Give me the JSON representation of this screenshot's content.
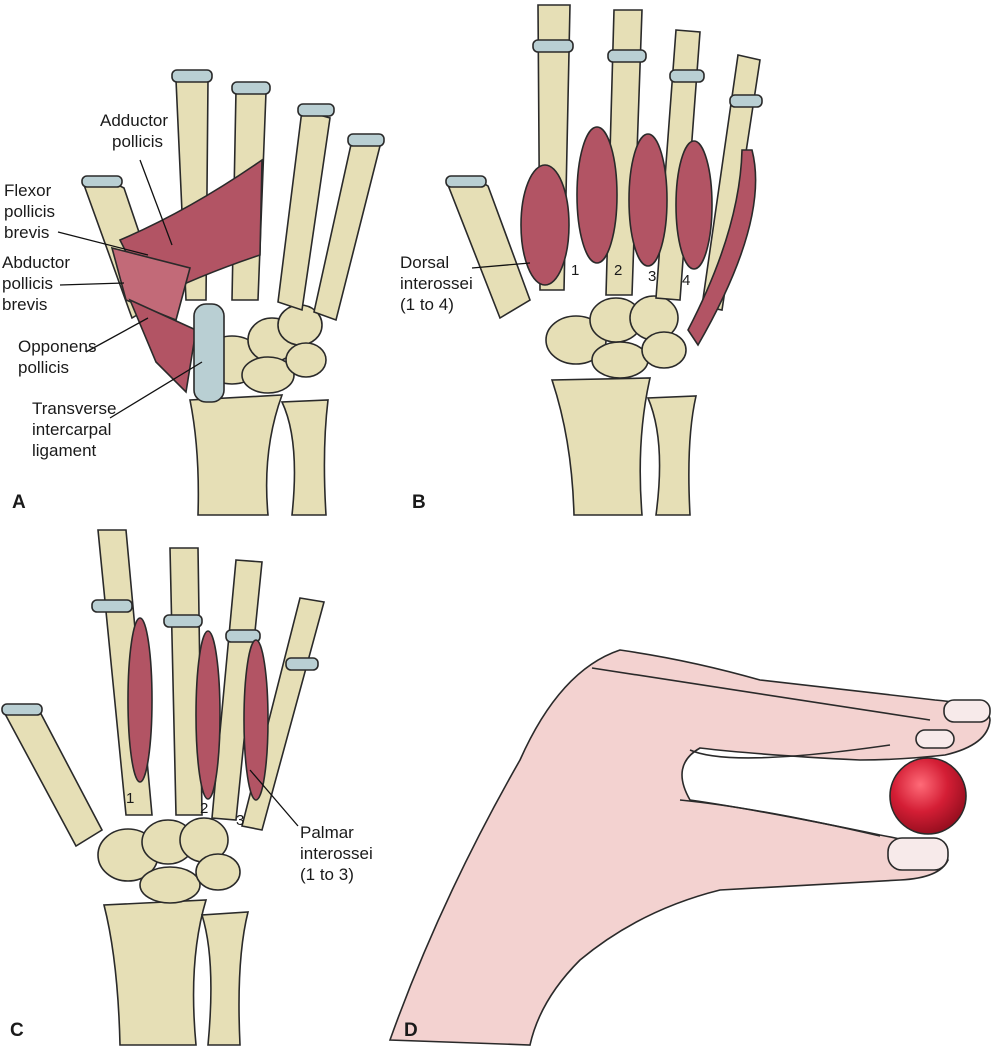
{
  "panels": {
    "a": {
      "letter": "A",
      "labels": {
        "adductor_1": "Adductor",
        "adductor_2": "pollicis",
        "fpb_1": "Flexor",
        "fpb_2": "pollicis",
        "fpb_3": "brevis",
        "apb_1": "Abductor",
        "apb_2": "pollicis",
        "apb_3": "brevis",
        "opp_1": "Opponens",
        "opp_2": "pollicis",
        "tcl_1": "Transverse",
        "tcl_2": "intercarpal",
        "tcl_3": "ligament"
      }
    },
    "b": {
      "letter": "B",
      "labels": {
        "dorsal_1": "Dorsal",
        "dorsal_2": "interossei",
        "dorsal_3": "(1 to 4)"
      },
      "numbers": [
        "1",
        "2",
        "3",
        "4"
      ]
    },
    "c": {
      "letter": "C",
      "labels": {
        "palmar_1": "Palmar",
        "palmar_2": "interossei",
        "palmar_3": "(1 to 3)"
      },
      "numbers": [
        "1",
        "2",
        "3"
      ]
    },
    "d": {
      "letter": "D"
    }
  },
  "colors": {
    "bone": "#e6dfb6",
    "bone_outline": "#2a2a2a",
    "cartilage": "#b9cfd3",
    "muscle": "#b25464",
    "skin": "#f3d2d0",
    "ball": "#d41e35"
  }
}
